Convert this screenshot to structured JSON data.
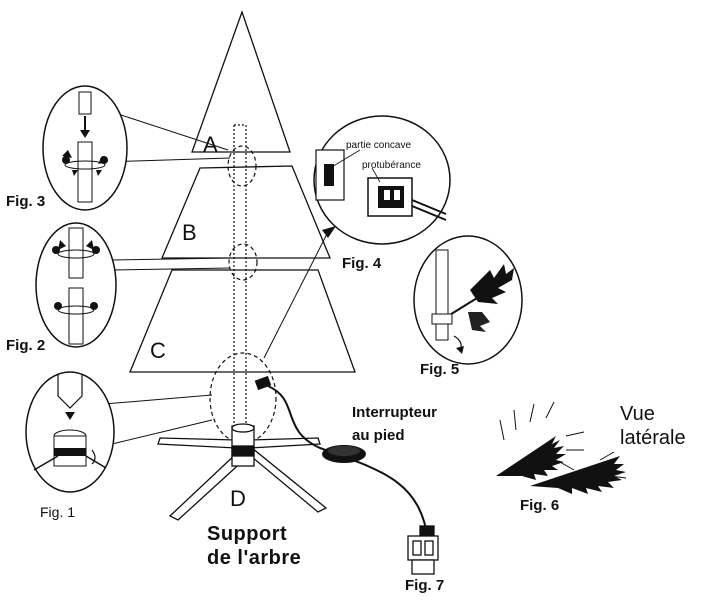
{
  "sections": {
    "top": "A",
    "middle": "B",
    "bottom": "C",
    "stand": "D"
  },
  "stand_caption": [
    "Support",
    "de l'arbre"
  ],
  "switch_caption": [
    "Interrupteur",
    "au pied"
  ],
  "figures": {
    "fig1": "Fig. 1",
    "fig2": "Fig. 2",
    "fig3": "Fig. 3",
    "fig4": "Fig. 4",
    "fig5": "Fig. 5",
    "fig6": "Fig. 6",
    "fig7": "Fig. 7"
  },
  "fig4_labels": {
    "concave": "partie concave",
    "protrusion": "protubérance"
  },
  "fig6_labels": [
    "Vue",
    "latérale"
  ]
}
